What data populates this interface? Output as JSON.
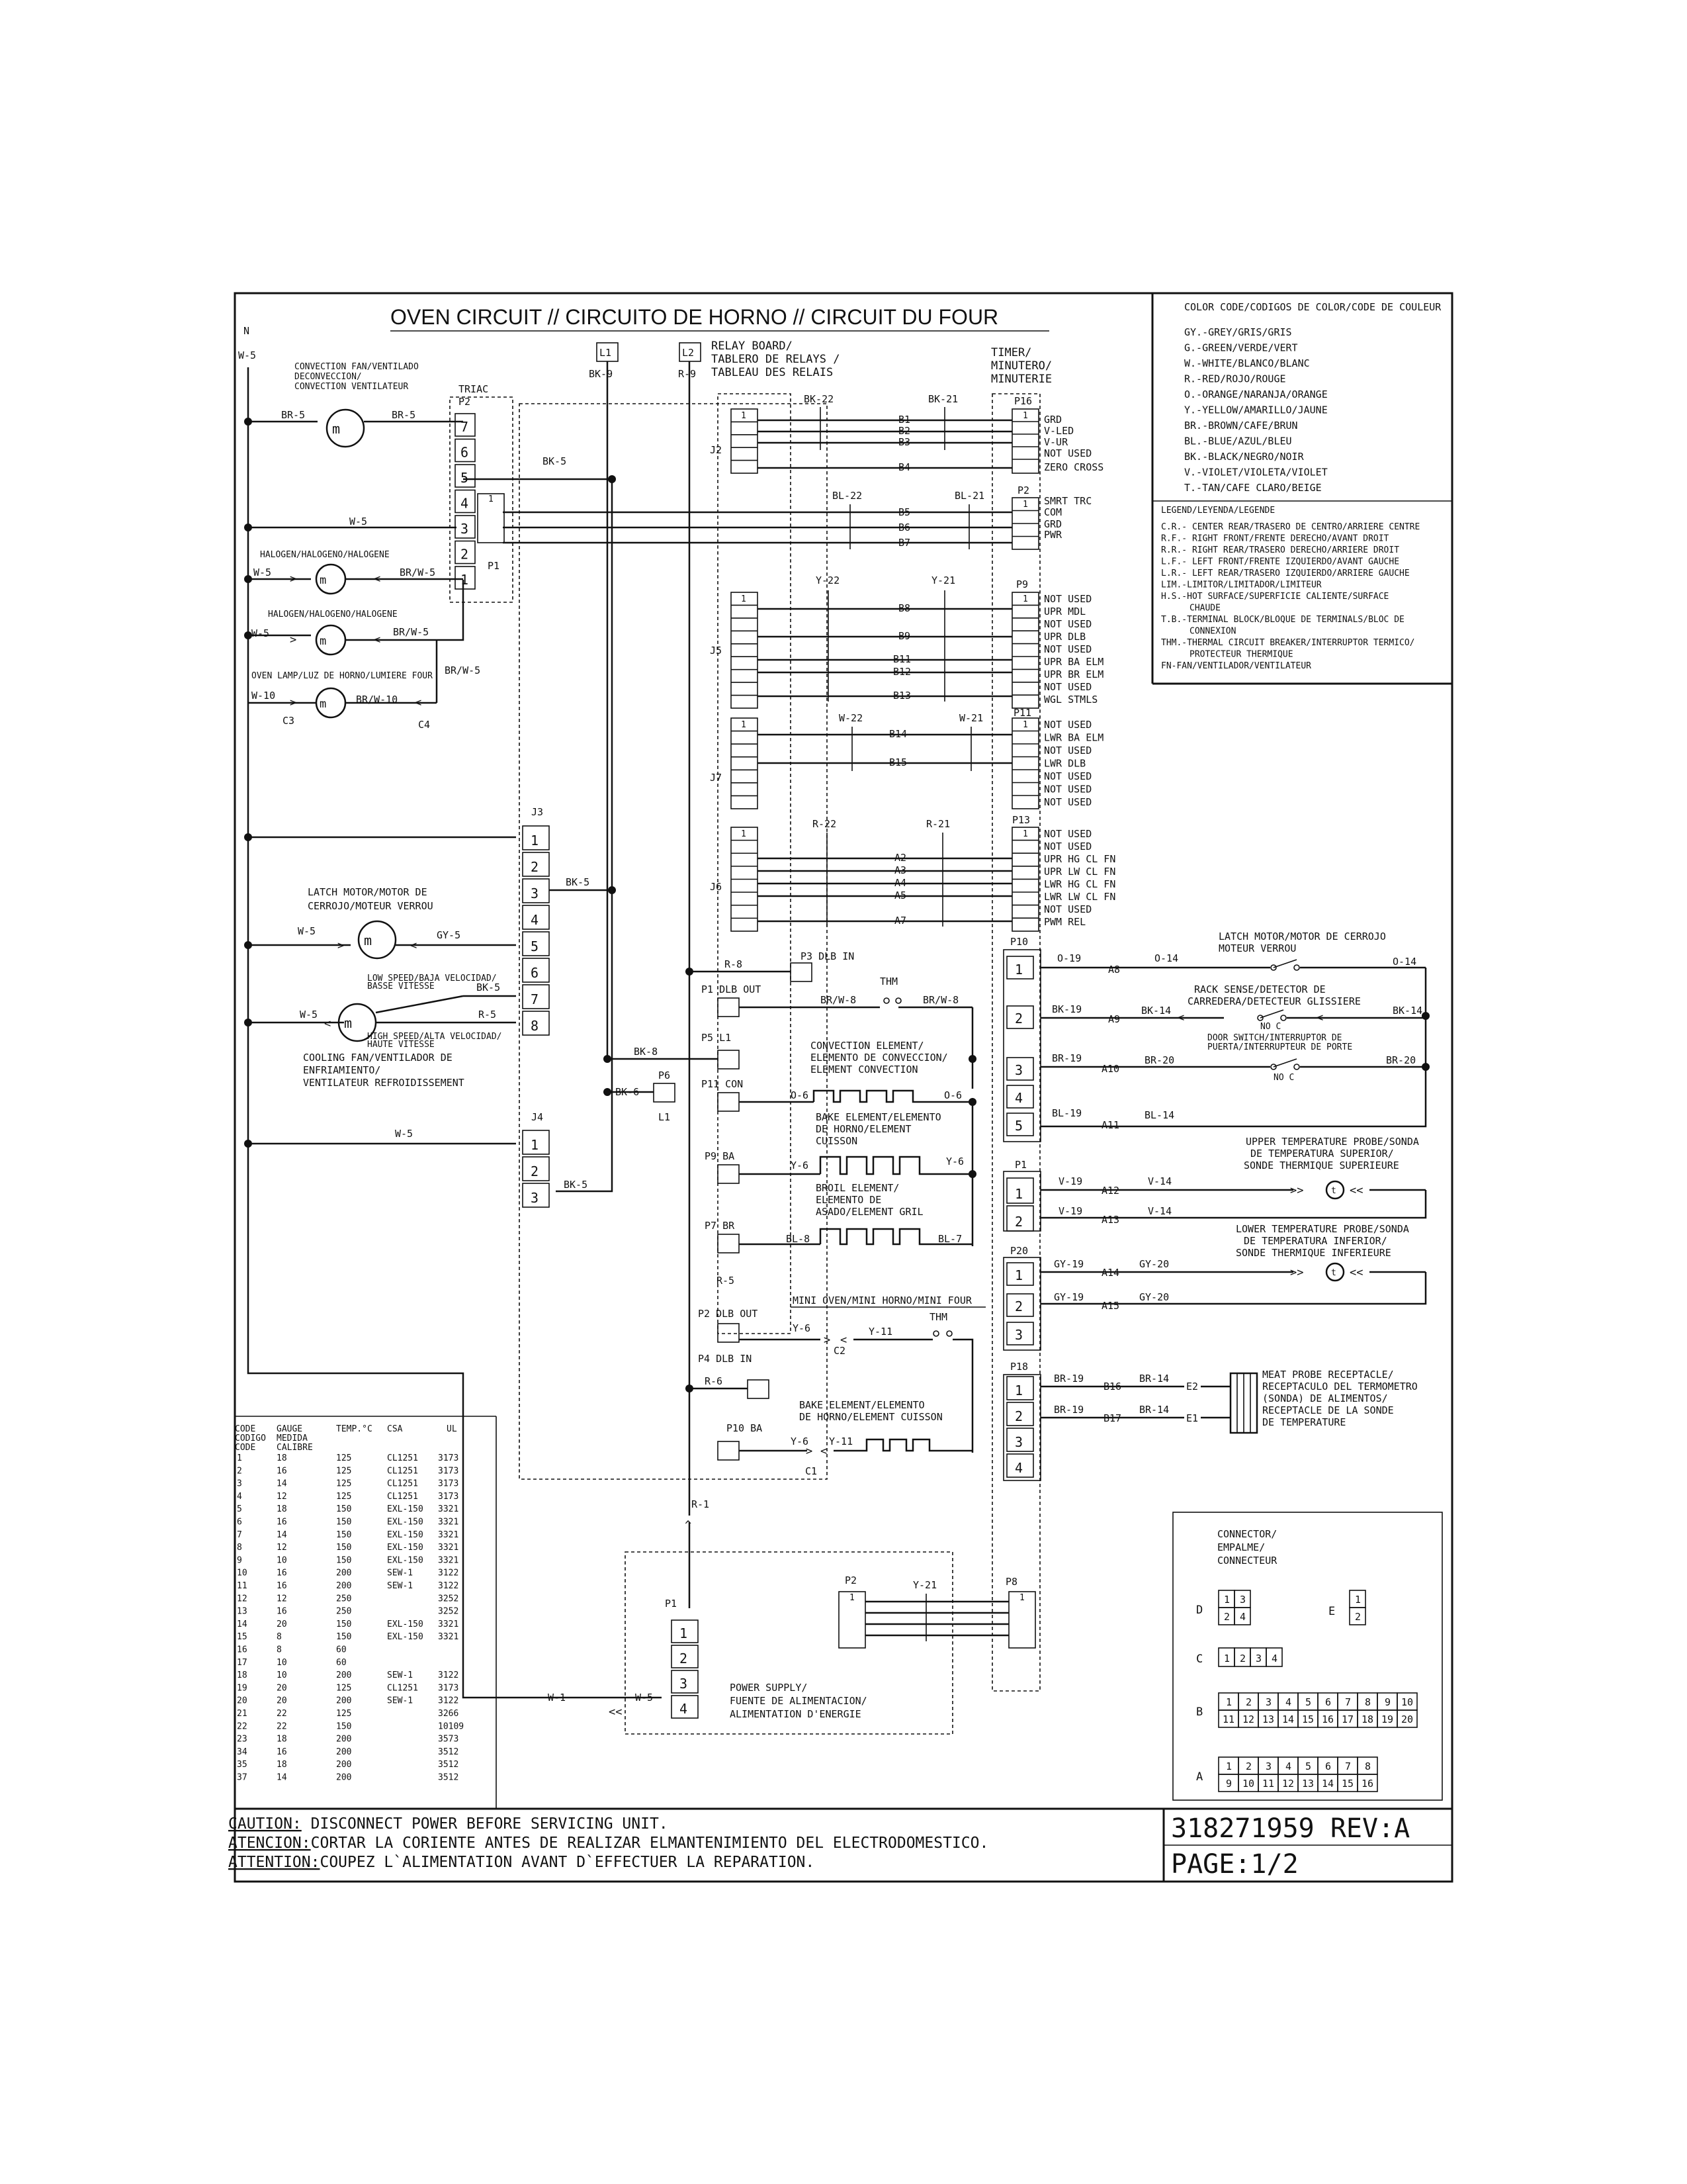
{
  "title": "OVEN CIRCUIT // CIRCUITO DE HORNO // CIRCUIT DU FOUR",
  "color_code": {
    "title": "COLOR CODE/CODIGOS DE COLOR/CODE DE COULEUR",
    "items": [
      "GY.-GREY/GRIS/GRIS",
      "G.-GREEN/VERDE/VERT",
      "W.-WHITE/BLANCO/BLANC",
      "R.-RED/ROJO/ROUGE",
      "O.-ORANGE/NARANJA/ORANGE",
      "Y.-YELLOW/AMARILLO/JAUNE",
      "BR.-BROWN/CAFE/BRUN",
      "BL.-BLUE/AZUL/BLEU",
      "BK.-BLACK/NEGRO/NOIR",
      "V.-VIOLET/VIOLETA/VIOLET",
      "T.-TAN/CAFE CLARO/BEIGE"
    ]
  },
  "legend": {
    "title": "LEGEND/LEYENDA/LEGENDE",
    "items": [
      "C.R.- CENTER REAR/TRASERO DE CENTRO/ARRIERE CENTRE",
      "R.F.- RIGHT FRONT/FRENTE DERECHO/AVANT DROIT",
      "R.R.- RIGHT REAR/TRASERO DERECHO/ARRIERE DROIT",
      "L.F.- LEFT FRONT/FRENTE IZQUIERDO/AVANT GAUCHE",
      "L.R.- LEFT REAR/TRASERO IZQUIERDO/ARRIERE GAUCHE",
      "LIM.-LIMITOR/LIMITADOR/LIMITEUR",
      "H.S.-HOT SURFACE/SUPERFICIE CALIENTE/SURFACE",
      "CHAUDE",
      "T.B.-TERMINAL BLOCK/BLOQUE DE TERMINALS/BLOC DE",
      "CONNEXION",
      "THM.-THERMAL CIRCUIT BREAKER/INTERRUPTOR TERMICO/",
      "PROTECTEUR THERMIQUE",
      "FN-FAN/VENTILADOR/VENTILATEUR"
    ]
  },
  "labels": {
    "n": "N",
    "w5": "W-5",
    "l1": "L1",
    "l2": "L2",
    "bk9": "BK-9",
    "r9": "R-9",
    "relay_board": [
      "RELAY BOARD/",
      "TABLERO DE RELAYS /",
      "TABLEAU  DES RELAIS"
    ],
    "timer": [
      "TIMER/",
      "MINUTERO/",
      "MINUTERIE"
    ],
    "conv_fan": [
      "CONVECTION FAN/VENTILADO",
      "DECONVECCION/",
      "CONVECTION VENTILATEUR"
    ],
    "triac": "TRIAC",
    "br5": "BR-5",
    "bk5": "BK-5",
    "w10": "W-10",
    "brw10": "BR/W-10",
    "brw5": "BR/W-5",
    "halogen": "HALOGEN/HALOGENO/HALOGENE",
    "oven_lamp": "OVEN LAMP/LUZ DE HORNO/LUMIERE FOUR",
    "c3": "C3",
    "c4": "C4",
    "p1": "P1",
    "p2": "P2",
    "j2": "J2",
    "j3": "J3",
    "j4": "J4",
    "j5": "J5",
    "j6": "J6",
    "j7": "J7",
    "latch_motor": [
      "LATCH MOTOR/MOTOR DE",
      "CERROJO/MOTEUR VERROU"
    ],
    "gy5": "GY-5",
    "r5": "R-5",
    "low_speed": [
      "LOW SPEED/BAJA VELOCIDAD/",
      "BASSE VITESSE"
    ],
    "high_speed": [
      "HIGH SPEED/ALTA VELOCIDAD/",
      "HAUTE VITESSE"
    ],
    "cooling_fan": [
      "COOLING FAN/VENTILADOR DE",
      "ENFRIAMIENTO/",
      "VENTILATEUR REFROIDISSEMENT"
    ],
    "bk22": "BK-22",
    "bk21": "BK-21",
    "bl22": "BL-22",
    "bl21": "BL-21",
    "y22": "Y-22",
    "y21": "Y-21",
    "w22": "W-22",
    "w21": "W-21",
    "r22": "R-22",
    "r21": "R-21",
    "b_pins": [
      "B1",
      "B2",
      "B3",
      "B4",
      "B5",
      "B6",
      "B7",
      "B8",
      "B9",
      "B11",
      "B12",
      "B13",
      "B14",
      "B15"
    ],
    "a_pins": [
      "A2",
      "A3",
      "A4",
      "A5",
      "A7"
    ],
    "p16": "P16",
    "p2b": "P2",
    "p9": "P9",
    "p11": "P11",
    "p13": "P13",
    "p10": "P10",
    "p20": "P20",
    "p18": "P18",
    "p8": "P8",
    "p16_pins": [
      "GRD",
      "V-LED",
      "V-UR",
      "NOT USED",
      "ZERO CROSS"
    ],
    "p2_pins": [
      "SMRT TRC",
      "COM",
      "GRD",
      "PWR"
    ],
    "p9_pins": [
      "NOT USED",
      "UPR MDL",
      "NOT USED",
      "UPR DLB",
      "NOT USED",
      "UPR BA ELM",
      "UPR BR ELM",
      "NOT USED",
      "WGL STMLS"
    ],
    "p11_pins": [
      "NOT USED",
      "LWR BA ELM",
      "NOT USED",
      "LWR DLB",
      "NOT USED",
      "NOT USED",
      "NOT USED"
    ],
    "p13_pins": [
      "NOT USED",
      "NOT USED",
      "UPR HG CL FN",
      "UPR LW CL FN",
      "LWR HG CL FN",
      "LWR LW CL FN",
      "NOT USED",
      "PWM REL"
    ],
    "r8": "R-8",
    "p3dlb": "P3 DLB IN",
    "p1dlb": "P1 DLB OUT",
    "thm": "THM",
    "brw8": "BR/W-8",
    "brw8b": "BR/W-8",
    "p5l1": "P5 L1",
    "bk8": "BK-8",
    "bk6": "BK-6",
    "p6": "P6",
    "l1b": "L1",
    "p11con": "P11 CON",
    "conv_elem": [
      "CONVECTION ELEMENT/",
      "ELEMENTO DE CONVECCION/",
      "ELEMENT CONVECTION"
    ],
    "o6": "O-6",
    "o6b": "O-6",
    "bake_elem": [
      "BAKE ELEMENT/ELEMENTO",
      "DE HORNO/ELEMENT",
      "CUISSON"
    ],
    "p9ba": "P9 BA",
    "y6": "Y-6",
    "y6b": "Y-6",
    "broil_elem": [
      "BROIL ELEMENT/",
      "ELEMENTO DE",
      "ASADO/ELEMENT GRIL"
    ],
    "p7br": "P7 BR",
    "bl8": "BL-8",
    "bl7": "BL-7",
    "r5b": "R-5",
    "mini_oven": "MINI OVEN/MINI HORNO/MINI FOUR",
    "p2dlb": "P2 DLB OUT",
    "thm2": "THM",
    "y6c": "Y-6",
    "y11": "Y-11",
    "c2": "C2",
    "p4dlb": "P4 DLB IN",
    "r6": "R-6",
    "bake_elem2": [
      "BAKE ELEMENT/ELEMENTO",
      "DE HORNO/ELEMENT CUISSON"
    ],
    "p10ba": "P10 BA",
    "y6d": "Y-6",
    "y11b": "Y-11",
    "c1": "C1",
    "r1": "R-1",
    "w1": "W-1",
    "w5c": "W-5",
    "p1c": "P1",
    "p2c": "P2",
    "y21c": "Y-21",
    "power_supply": [
      "POWER SUPPLY/",
      "FUENTE DE ALIMENTACION/",
      "ALIMENTATION D'ENERGIE"
    ],
    "o19": "O-19",
    "a8": "A8",
    "o14": "O-14",
    "o14b": "O-14",
    "latch_motor_r": [
      "LATCH MOTOR/MOTOR DE CERROJO",
      "MOTEUR VERROU"
    ],
    "bk19": "BK-19",
    "a9": "A9",
    "bk14": "BK-14",
    "bk14b": "BK-14",
    "rack_sense": [
      "RACK SENSE/DETECTOR DE",
      "CARREDERA/DETECTEUR GLISSIERE"
    ],
    "no_c": "NO  C",
    "door_switch": [
      "DOOR SWITCH/INTERRUPTOR DE",
      "PUERTA/INTERRUPTEUR DE PORTE"
    ],
    "br19": "BR-19",
    "a10": "A10",
    "br20": "BR-20",
    "br20b": "BR-20",
    "bl19": "BL-19",
    "a11": "A11",
    "bl14": "BL-14",
    "upper_probe": [
      "UPPER TEMPERATURE PROBE/SONDA",
      "DE TEMPERATURA SUPERIOR/",
      "SONDE THERMIQUE SUPERIEURE"
    ],
    "v19": "V-19",
    "a12": "A12",
    "v14": "V-14",
    "v19b": "V-19",
    "a13": "A13",
    "v14b": "V-14",
    "lower_probe": [
      "LOWER TEMPERATURE PROBE/SONDA",
      "DE TEMPERATURA INFERIOR/",
      "SONDE THERMIQUE INFERIEURE"
    ],
    "gy19": "GY-19",
    "a14": "A14",
    "gy20": "GY-20",
    "gy19b": "GY-19",
    "a15": "A15",
    "gy20b": "GY-20",
    "br19b": "BR-19",
    "b16": "B16",
    "br14": "BR-14",
    "e2": "E2",
    "br19c": "BR-19",
    "b17": "B17",
    "br14b": "BR-14",
    "e1": "E1",
    "meat_probe": [
      "MEAT PROBE RECEPTACLE/",
      "RECEPTACULO DEL TERMOMETRO",
      "(SONDA) DE ALIMENTOS/",
      "RECEPTACLE DE LA SONDE",
      "DE TEMPERATURE"
    ]
  },
  "gauge_table": {
    "headers": [
      "CODE",
      "GAUGE",
      "TEMP.°C",
      "CSA",
      "UL"
    ],
    "sub_headers": [
      "CODIGO",
      "MEDIDA",
      "CODE",
      "CALIBRE"
    ],
    "rows": [
      [
        "1",
        "18",
        "125",
        "CL1251",
        "3173"
      ],
      [
        "2",
        "16",
        "125",
        "CL1251",
        "3173"
      ],
      [
        "3",
        "14",
        "125",
        "CL1251",
        "3173"
      ],
      [
        "4",
        "12",
        "125",
        "CL1251",
        "3173"
      ],
      [
        "5",
        "18",
        "150",
        "EXL-150",
        "3321"
      ],
      [
        "6",
        "16",
        "150",
        "EXL-150",
        "3321"
      ],
      [
        "7",
        "14",
        "150",
        "EXL-150",
        "3321"
      ],
      [
        "8",
        "12",
        "150",
        "EXL-150",
        "3321"
      ],
      [
        "9",
        "10",
        "150",
        "EXL-150",
        "3321"
      ],
      [
        "10",
        "16",
        "200",
        "SEW-1",
        "3122"
      ],
      [
        "11",
        "16",
        "200",
        "SEW-1",
        "3122"
      ],
      [
        "12",
        "12",
        "250",
        "",
        "3252"
      ],
      [
        "13",
        "16",
        "250",
        "",
        "3252"
      ],
      [
        "14",
        "20",
        "150",
        "EXL-150",
        "3321"
      ],
      [
        "15",
        "8",
        "150",
        "EXL-150",
        "3321"
      ],
      [
        "16",
        "8",
        "60",
        "",
        ""
      ],
      [
        "17",
        "10",
        "60",
        "",
        ""
      ],
      [
        "18",
        "10",
        "200",
        "SEW-1",
        "3122"
      ],
      [
        "19",
        "20",
        "125",
        "CL1251",
        "3173"
      ],
      [
        "20",
        "20",
        "200",
        "SEW-1",
        "3122"
      ],
      [
        "21",
        "22",
        "125",
        "",
        "3266"
      ],
      [
        "22",
        "22",
        "150",
        "",
        "10109"
      ],
      [
        "23",
        "18",
        "200",
        "",
        "3573"
      ],
      [
        "34",
        "16",
        "200",
        "",
        "3512"
      ],
      [
        "35",
        "18",
        "200",
        "",
        "3512"
      ],
      [
        "37",
        "14",
        "200",
        "",
        "3512"
      ]
    ]
  },
  "connector": {
    "title": [
      "CONNECTOR/",
      "EMPALME/",
      "CONNECTEUR"
    ],
    "d_label": "D",
    "d_cells": [
      "1",
      "3",
      "2",
      "4"
    ],
    "e_label": "E",
    "e_cells": [
      "1",
      "2"
    ],
    "c_label": "C",
    "c_cells": [
      "1",
      "2",
      "3",
      "4"
    ],
    "b_label": "B",
    "b_cells": [
      "1",
      "2",
      "3",
      "4",
      "5",
      "6",
      "7",
      "8",
      "9",
      "10",
      "11",
      "12",
      "13",
      "14",
      "15",
      "16",
      "17",
      "18",
      "19",
      "20"
    ],
    "a_label": "A",
    "a_cells": [
      "1",
      "2",
      "3",
      "4",
      "5",
      "6",
      "7",
      "8",
      "9",
      "10",
      "11",
      "12",
      "13",
      "14",
      "15",
      "16"
    ]
  },
  "footer": {
    "caution_label": "CAUTION:",
    "caution_text": " DISCONNECT POWER BEFORE SERVICING UNIT.",
    "atencion_label": "ATENCION:",
    "atencion_text": "CORTAR LA CORIENTE ANTES DE REALIZAR ELMANTENIMIENTO DEL ELECTRODOMESTICO.",
    "attention_label": "ATTENTION:",
    "attention_text": "COUPEZ L`ALIMENTATION AVANT D`EFFECTUER LA REPARATION.",
    "part_number": "318271959 REV:A",
    "page": "PAGE:1/2"
  }
}
